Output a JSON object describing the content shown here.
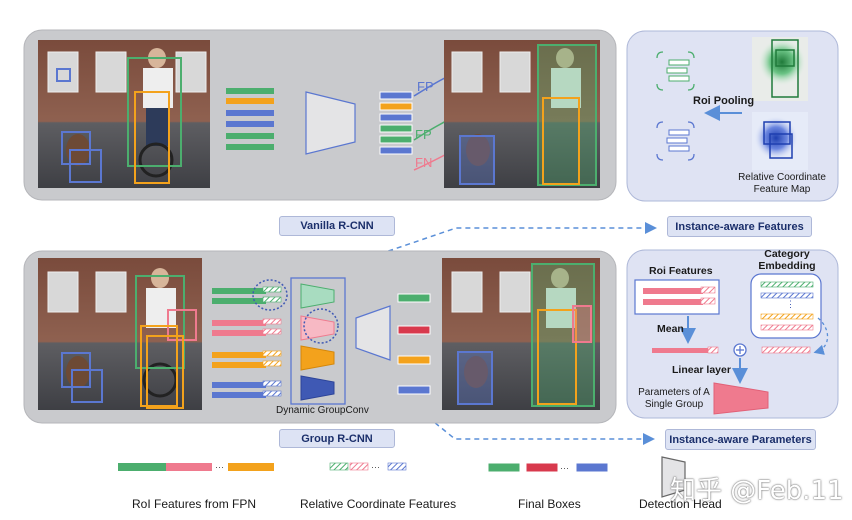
{
  "labels": {
    "vanilla": "Vanilla R-CNN",
    "group": "Group R-CNN",
    "instance_features": "Instance-aware Features",
    "instance_params": "Instance-aware Parameters",
    "roi_pooling": "Roi Pooling",
    "rel_coord_map_1": "Relative Coordinate",
    "rel_coord_map_2": "Feature Map",
    "fp": "FP",
    "fn": "FN",
    "dynamic_groupconv": "Dynamic GroupConv",
    "roi_features": "Roi Features",
    "category_embedding_1": "Category",
    "category_embedding_2": "Embedding",
    "mean": "Mean",
    "linear_layer": "Linear layer",
    "params_group_1": "Parameters of A",
    "params_group_2": "Single Group"
  },
  "legend": [
    {
      "label": "RoI Features from FPN"
    },
    {
      "label": "Relative Coordinate Features"
    },
    {
      "label": "Final Boxes"
    },
    {
      "label": "Detection Head"
    }
  ],
  "watermark": "知乎 @Feb.11",
  "colors": {
    "green": "#4cae6e",
    "pink": "#ef7a8e",
    "orange": "#f3a21c",
    "blue": "#5b77d0",
    "dark_blue": "#3f59b4",
    "panel": "#c9cacd",
    "blue_panel": "#dfe3f3",
    "arrow": "#5a8fd8"
  }
}
